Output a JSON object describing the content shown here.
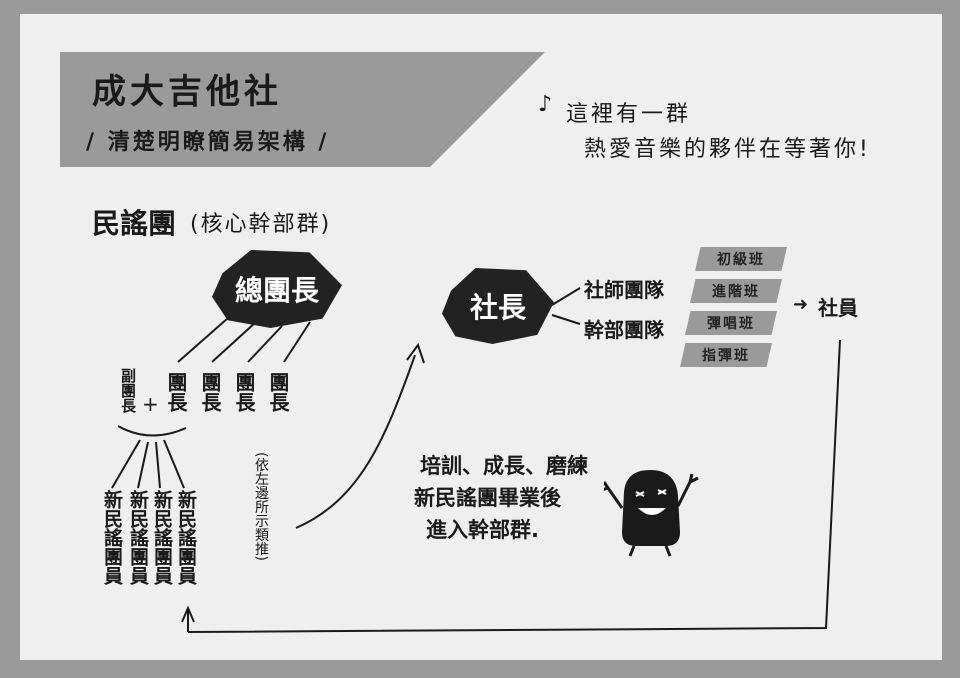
{
  "banner": {
    "title": "成大吉他社",
    "subtitle": "/ 清楚明瞭簡易架構 /"
  },
  "note": {
    "note_icon": "music-note-icon",
    "line1": "這裡有一群",
    "line2": "熱愛音樂的夥伴在等著你!"
  },
  "section_title": {
    "main": "民謠團",
    "sub": "(核心幹部群)"
  },
  "left_tree": {
    "head": "總團長",
    "vice": "副團長",
    "plus": "+",
    "leaders": [
      "團長",
      "團長",
      "團長",
      "團長"
    ],
    "members": [
      "新民謠團員",
      "新民謠團員",
      "新民謠團員",
      "新民謠團員"
    ],
    "etc_note": "(依左邊所示類推)"
  },
  "right_tree": {
    "head": "社長",
    "teams": [
      "社師團隊",
      "幹部團隊"
    ],
    "classes": [
      "初級班",
      "進階班",
      "彈唱班",
      "指彈班"
    ],
    "arrow": "➜",
    "result": "社員"
  },
  "training_note": {
    "line1": "培訓、成長、磨練",
    "line2": "新民謠團畢業後",
    "line3": "進入幹部群."
  }
}
